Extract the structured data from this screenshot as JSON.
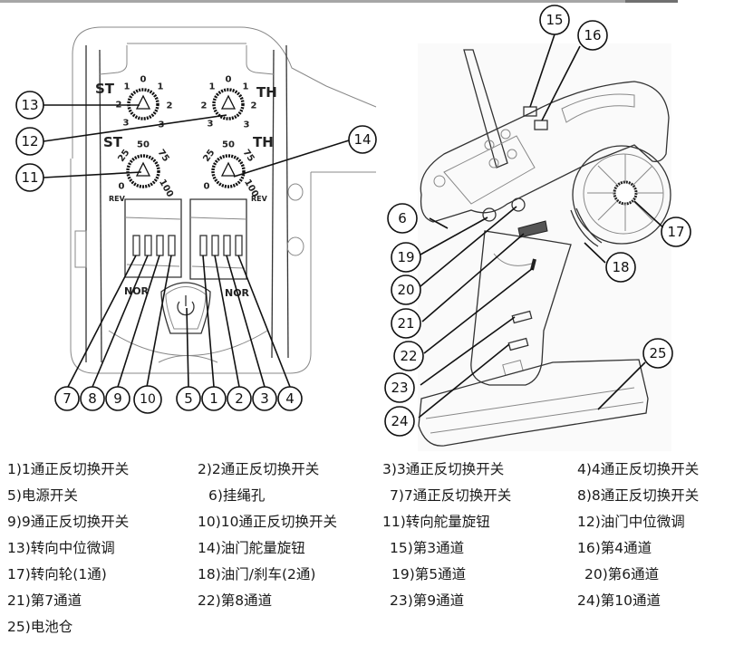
{
  "figure": {
    "title": "RC transmitter parts diagram",
    "panel_labels": {
      "st": "ST",
      "th": "TH",
      "nor": "NOR",
      "rev": "REV"
    },
    "trim_dial_ticks": [
      "0",
      "1",
      "1",
      "2",
      "2",
      "3",
      "3"
    ],
    "rate_dial_ticks": [
      "50",
      "25",
      "75",
      "0",
      "100"
    ],
    "callouts": [
      "1",
      "2",
      "3",
      "4",
      "5",
      "6",
      "7",
      "8",
      "9",
      "10",
      "11",
      "12",
      "13",
      "14",
      "15",
      "16",
      "17",
      "18",
      "19",
      "20",
      "21",
      "22",
      "23",
      "24",
      "25"
    ]
  },
  "legend": [
    {
      "num": "1)",
      "text": "1通正反切换开关"
    },
    {
      "num": "2)",
      "text": "2通正反切换开关"
    },
    {
      "num": "3)",
      "text": "3通正反切换开关"
    },
    {
      "num": "4)",
      "text": "4通正反切换开关"
    },
    {
      "num": "5)",
      "text": "电源开关"
    },
    {
      "num": "6)",
      "text": "挂绳孔"
    },
    {
      "num": "7)",
      "text": "7通正反切换开关"
    },
    {
      "num": "8)",
      "text": "8通正反切换开关"
    },
    {
      "num": "9)",
      "text": "9通正反切换开关"
    },
    {
      "num": "10)",
      "text": "10通正反切换开关"
    },
    {
      "num": "11)",
      "text": "转向舵量旋钮"
    },
    {
      "num": "12)",
      "text": "油门中位微调"
    },
    {
      "num": "13)",
      "text": "转向中位微调"
    },
    {
      "num": "14)",
      "text": "油门舵量旋钮"
    },
    {
      "num": "15)",
      "text": "第3通道"
    },
    {
      "num": "16)",
      "text": "第4通道"
    },
    {
      "num": "17)",
      "text": "转向轮(1通)"
    },
    {
      "num": "18)",
      "text": "油门/刹车(2通)"
    },
    {
      "num": "19)",
      "text": "第5通道"
    },
    {
      "num": "20)",
      "text": "第6通道"
    },
    {
      "num": "21)",
      "text": "第7通道"
    },
    {
      "num": "22)",
      "text": "第8通道"
    },
    {
      "num": "23)",
      "text": "第9通道"
    },
    {
      "num": "24)",
      "text": "第10通道"
    },
    {
      "num": "25)",
      "text": "电池仓"
    }
  ]
}
